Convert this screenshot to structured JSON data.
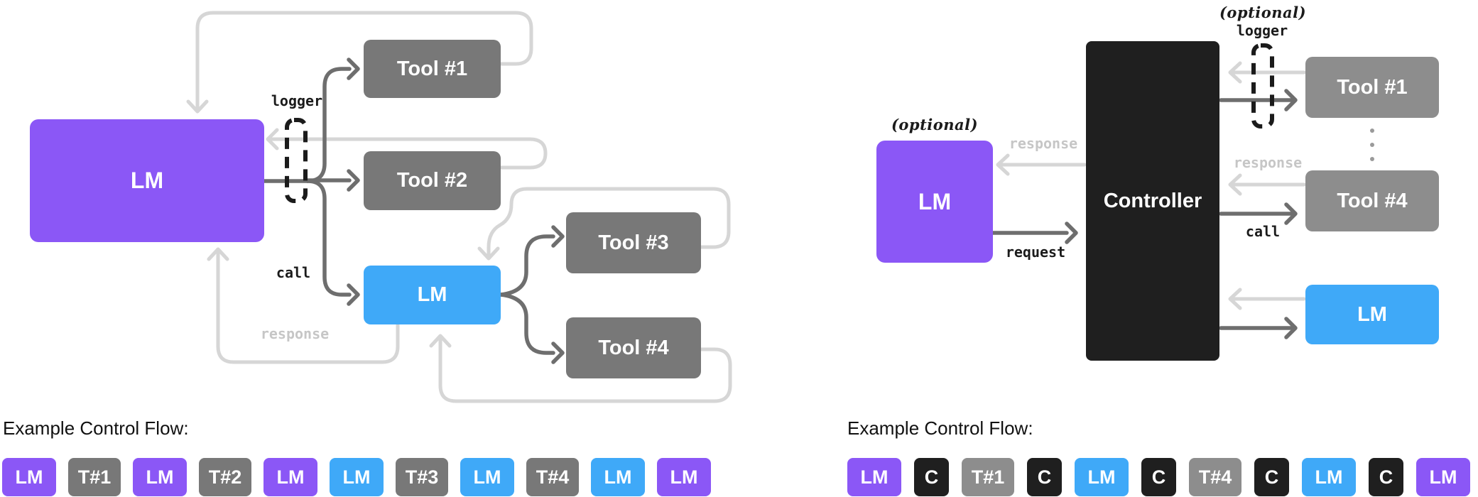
{
  "colors": {
    "purple": "#8B57F6",
    "blue": "#3FA9F8",
    "gray": "#787878",
    "gray_light": "#8D8D8D",
    "black": "#1F1F1F",
    "arrow_light": "#D6D6D6",
    "arrow_dark": "#6E6E6E",
    "label_dark": "#1B1B1B",
    "label_light": "#C6C6C6"
  },
  "left": {
    "boxes": {
      "lm": "LM",
      "tool1": "Tool #1",
      "tool2": "Tool #2",
      "tool3": "Tool #3",
      "tool4": "Tool #4",
      "lm2": "LM"
    },
    "labels": {
      "logger": "logger",
      "call": "call",
      "response": "response"
    },
    "flow_heading": "Example Control Flow:",
    "flow": [
      {
        "label": "LM",
        "kind": "purple"
      },
      {
        "label": "T#1",
        "kind": "gray"
      },
      {
        "label": "LM",
        "kind": "purple"
      },
      {
        "label": "T#2",
        "kind": "gray"
      },
      {
        "label": "LM",
        "kind": "purple"
      },
      {
        "label": "LM",
        "kind": "blue"
      },
      {
        "label": "T#3",
        "kind": "gray"
      },
      {
        "label": "LM",
        "kind": "blue"
      },
      {
        "label": "T#4",
        "kind": "gray"
      },
      {
        "label": "LM",
        "kind": "blue"
      },
      {
        "label": "LM",
        "kind": "purple"
      }
    ]
  },
  "right": {
    "boxes": {
      "lm": "LM",
      "controller": "Controller",
      "tool1": "Tool #1",
      "tool4": "Tool #4",
      "lm2": "LM"
    },
    "labels": {
      "optional_lm": "(optional)",
      "response_lm": "response",
      "request": "request",
      "optional_logger": "(optional)",
      "logger": "logger",
      "response_tools": "response",
      "call": "call"
    },
    "flow_heading": "Example Control Flow:",
    "flow": [
      {
        "label": "LM",
        "kind": "purple"
      },
      {
        "label": "C",
        "kind": "black"
      },
      {
        "label": "T#1",
        "kind": "grayLight"
      },
      {
        "label": "C",
        "kind": "black"
      },
      {
        "label": "LM",
        "kind": "blue"
      },
      {
        "label": "C",
        "kind": "black"
      },
      {
        "label": "T#4",
        "kind": "grayLight"
      },
      {
        "label": "C",
        "kind": "black"
      },
      {
        "label": "LM",
        "kind": "blue"
      },
      {
        "label": "C",
        "kind": "black"
      },
      {
        "label": "LM",
        "kind": "purple"
      }
    ]
  }
}
